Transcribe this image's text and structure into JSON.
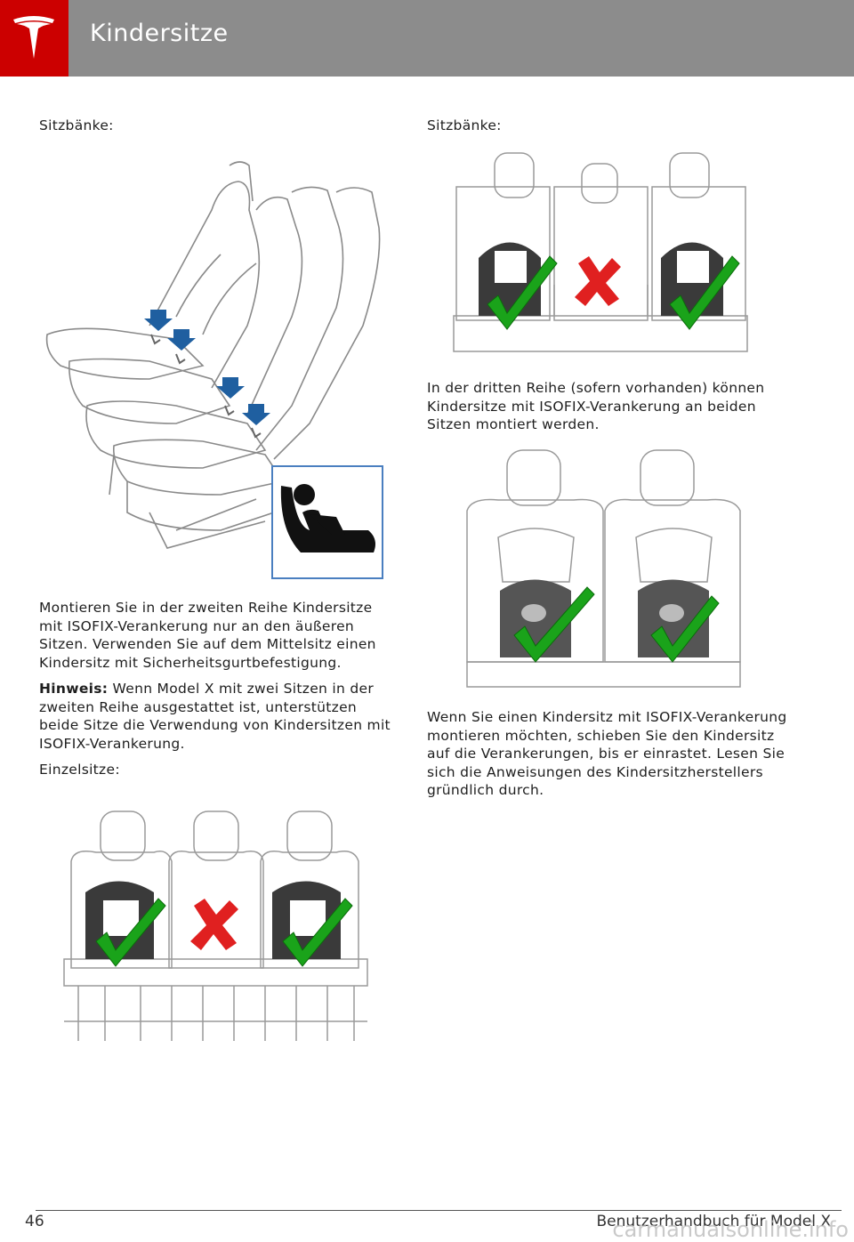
{
  "header": {
    "title": "Kindersitze",
    "logo": "tesla-logo"
  },
  "left": {
    "label_bench": "Sitzbänke:",
    "para_second_row": "Montieren Sie in der zweiten Reihe Kindersitze mit ISOFIX-Verankerung nur an den äußeren Sitzen. Verwenden Sie auf dem Mittelsitz einen Kindersitz mit Sicherheitsgurtbefestigung.",
    "note_label": "Hinweis:",
    "note_text": " Wenn Model X mit zwei Sitzen in der zweiten Reihe ausgestattet ist, unterstützen beide Sitze die Verwendung von Kindersitzen mit ISOFIX-Verankerung.",
    "label_single": "Einzelsitze:"
  },
  "right": {
    "label_bench": "Sitzbänke:",
    "para_third_row": "In der dritten Reihe (sofern vorhanden) können Kindersitze mit ISOFIX-Verankerung an beiden Sitzen montiert werden.",
    "para_install": "Wenn Sie einen Kindersitz mit ISOFIX-Verankerung montieren möchten, schieben Sie den Kindersitz auf die Verankerungen, bis er einrastet. Lesen Sie sich die Anweisungen des Kindersitzherstellers gründlich durch."
  },
  "footer": {
    "page_number": "46",
    "title": "Benutzerhandbuch für Model X",
    "watermark": "carmanualsonline.info"
  },
  "colors": {
    "header_gray": "#8c8c8c",
    "logo_red": "#cc0000",
    "arrow_blue": "#1f5fa0",
    "check_green": "#1aa31a",
    "cross_red": "#e02020"
  }
}
